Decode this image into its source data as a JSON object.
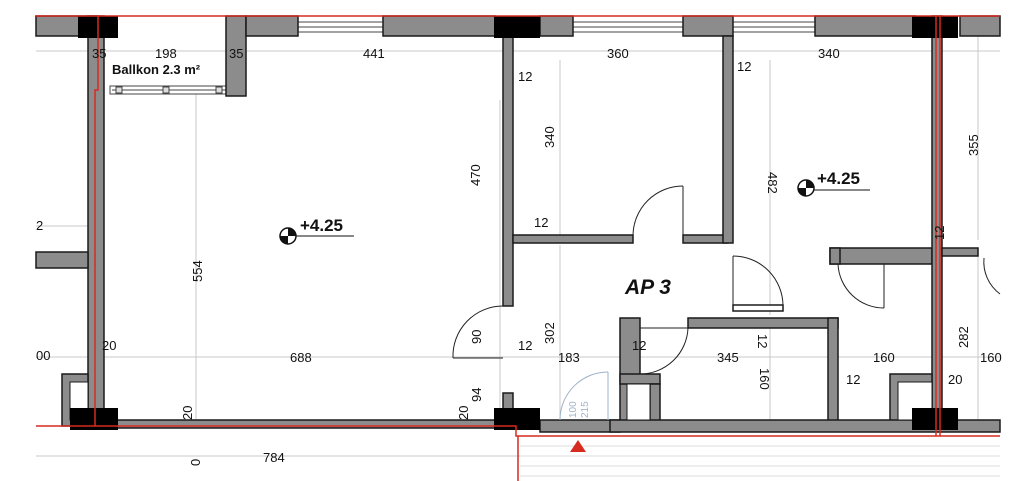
{
  "plan": {
    "apartment_label": "AP 3",
    "balcony_label": "Ballkon 2.3 m²",
    "elevations": [
      "+4.25",
      "+4.25"
    ],
    "dimensions": {
      "top_35a": "35",
      "top_198": "198",
      "top_35b": "35",
      "top_441": "441",
      "top_360": "360",
      "top_340": "340",
      "d12_a": "12",
      "d12_b": "12",
      "d12_c": "12",
      "d12_d": "12",
      "d12_e": "12",
      "d12_f": "12",
      "d12_g": "12",
      "d12_h": "12",
      "v340": "340",
      "v470": "470",
      "v482": "482",
      "v355": "355",
      "v554": "554",
      "v302": "302",
      "v90": "90",
      "v94": "94",
      "v282": "282",
      "v160": "160",
      "h688": "688",
      "h183": "183",
      "h345": "345",
      "h160": "160",
      "h160b": "160",
      "d20_a": "20",
      "d20_b": "20",
      "d20_c": "20",
      "d20_d": "20",
      "h784": "784",
      "d0": "0",
      "d00": "00",
      "d2": "2",
      "door_100": "100",
      "door_215": "215"
    }
  },
  "colors": {
    "wall": "#8c8c8c",
    "wall_outline": "#1a1a1a",
    "column": "#000000",
    "red_line": "#d62b20",
    "dim_line": "#bfbfbf"
  }
}
